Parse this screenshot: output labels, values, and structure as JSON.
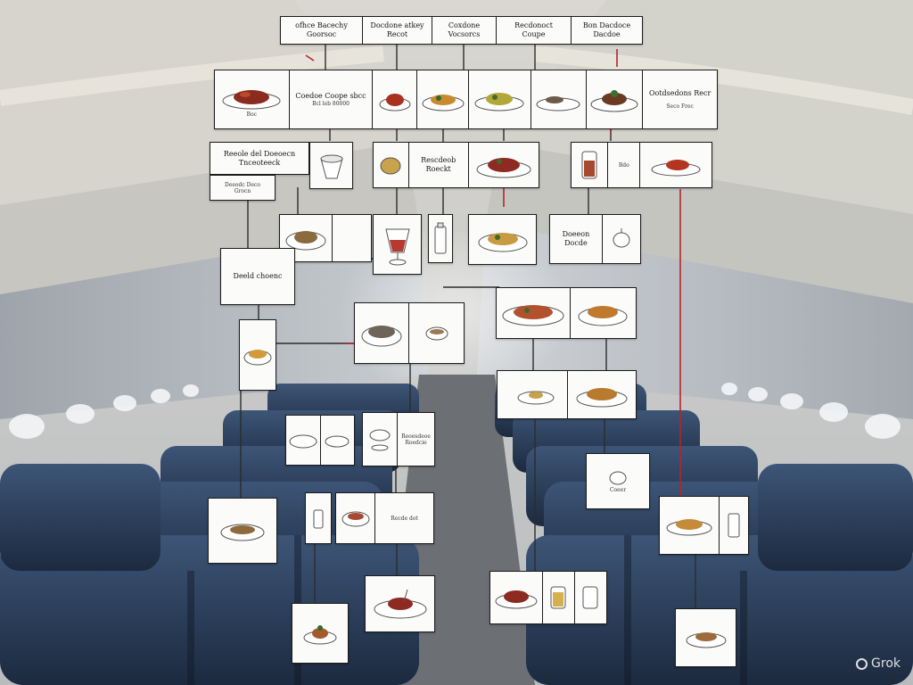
{
  "header_labels": [
    "ofhce Bacechy Goorsoc",
    "Docdone atkey Recot",
    "Coxdone Vocsorcs",
    "Recdonoct Coupe",
    "Bon Dacdoce Dacdoe"
  ],
  "row2": {
    "left_title": "Coedoe Coope sbcc",
    "left_sub": "Bcl leb 80000",
    "left_small": "Boc",
    "right_title": "Ootdsedons Recr",
    "right_sub": "Seco Frec"
  },
  "row3": {
    "left_title": "Reeole del Doeoecn Tnceoteeck",
    "left_sub": "Deeodc Deco Grocn",
    "mid_title": "Rescdeob Roeckt",
    "right_label": "Bdo"
  },
  "row4": {
    "dowl_title": "Deeld choenc",
    "right_title": "Doeeon Docde"
  },
  "row6": {
    "title": "Reoesdeoe Roedcie"
  },
  "low": {
    "coaer": "Coeer",
    "recde": "Recde dot"
  },
  "watermark": "Grok"
}
